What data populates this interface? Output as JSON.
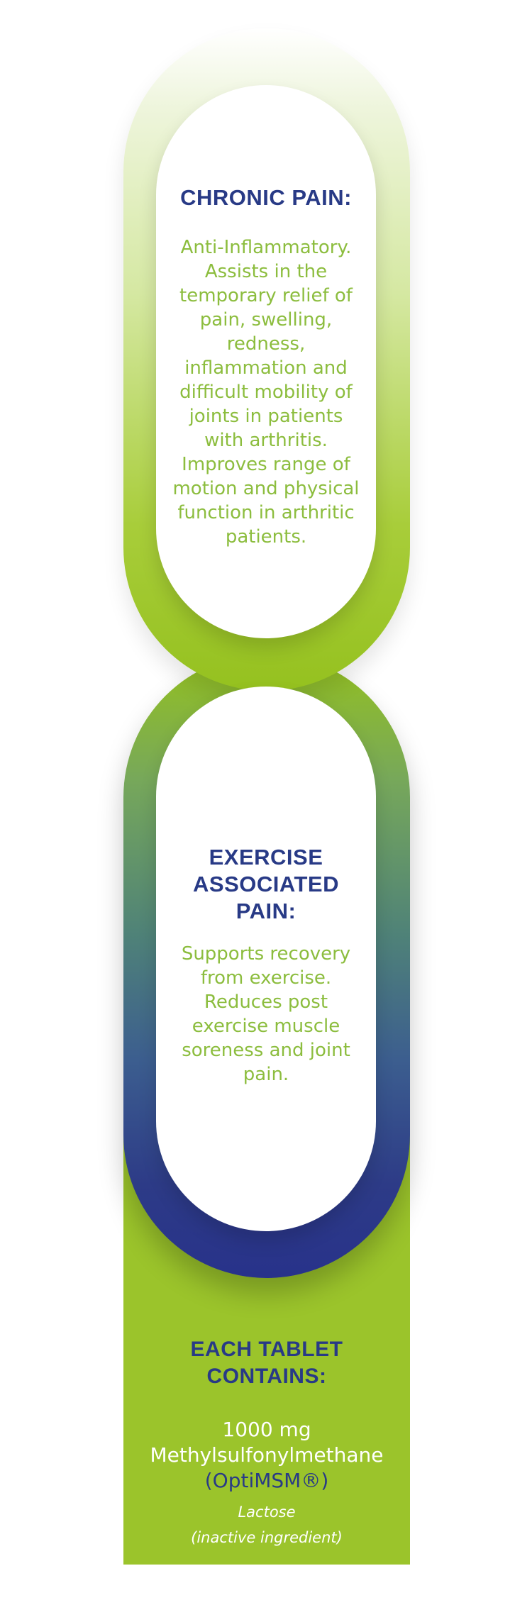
{
  "chronic_pain": {
    "heading": "CHRONIC PAIN:",
    "body": "Anti-Inflammatory.\nAssists in the\ntemporary relief of\npain, swelling,\nredness,\ninflammation and\ndifficult mobility of\njoints in patients\nwith arthritis.\nImproves range of\nmotion and physical\nfunction in arthritic\npatients."
  },
  "exercise_pain": {
    "heading": "EXERCISE\nASSOCIATED\nPAIN:",
    "body": "Supports recovery\nfrom exercise.\nReduces post\nexercise muscle\nsoreness and joint\npain."
  },
  "tablet_contents": {
    "heading": "EACH TABLET\nCONTAINS:",
    "amount": "  1000 mg\nMethylsulfonylmethane",
    "brand": "(OptiMSM®)",
    "inactive": "Lactose\n(inactive ingredient)"
  },
  "colors": {
    "navy": "#283a86",
    "green": "#9bc42b",
    "body_green": "#8cbd3e"
  }
}
